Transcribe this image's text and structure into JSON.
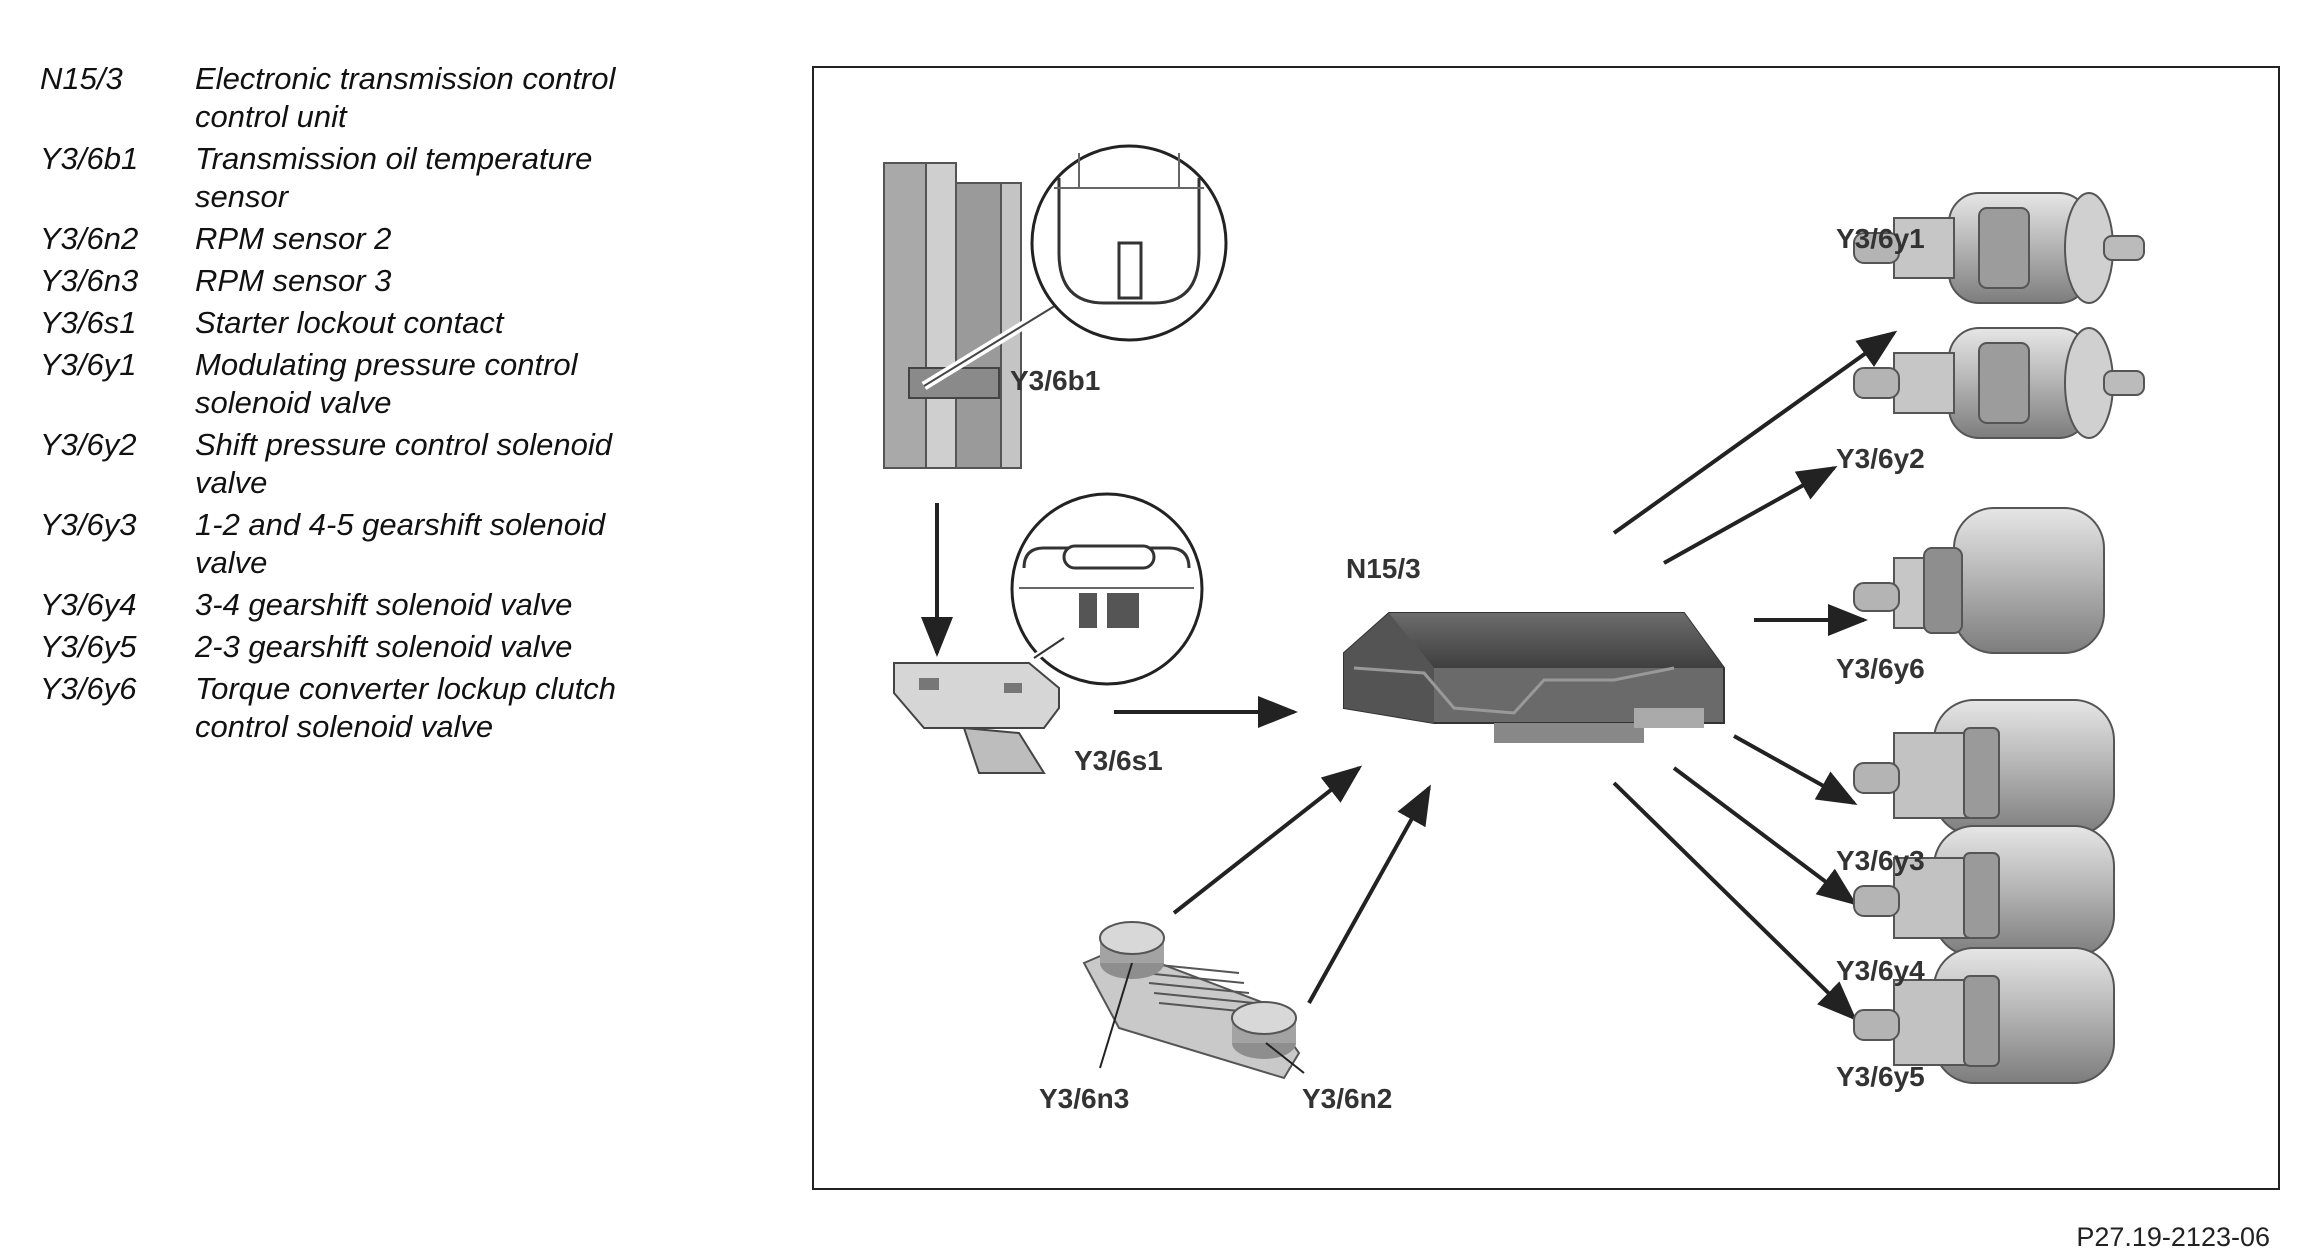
{
  "legend": [
    {
      "code": "N15/3",
      "desc": "Electronic transmission control\ncontrol unit"
    },
    {
      "code": "Y3/6b1",
      "desc": "Transmission oil temperature\nsensor"
    },
    {
      "code": "Y3/6n2",
      "desc": "RPM sensor 2"
    },
    {
      "code": "Y3/6n3",
      "desc": "RPM sensor 3"
    },
    {
      "code": "Y3/6s1",
      "desc": "Starter lockout contact"
    },
    {
      "code": "Y3/6y1",
      "desc": "Modulating pressure control\nsolenoid valve"
    },
    {
      "code": "Y3/6y2",
      "desc": "Shift pressure control solenoid\nvalve"
    },
    {
      "code": "Y3/6y3",
      "desc": "1-2 and 4-5 gearshift solenoid\nvalve"
    },
    {
      "code": "Y3/6y4",
      "desc": "3-4 gearshift solenoid valve"
    },
    {
      "code": "Y3/6y5",
      "desc": "2-3 gearshift solenoid valve"
    },
    {
      "code": "Y3/6y6",
      "desc": "Torque converter lockup clutch\ncontrol solenoid valve"
    }
  ],
  "diagram": {
    "labels": {
      "b1": "Y3/6b1",
      "s1": "Y3/6s1",
      "n3": "Y3/6n3",
      "n2": "Y3/6n2",
      "control_unit": "N15/3",
      "y1": "Y3/6y1",
      "y2": "Y3/6y2",
      "y6": "Y3/6y6",
      "y3": "Y3/6y3",
      "y4": "Y3/6y4",
      "y5": "Y3/6y5"
    }
  },
  "figure_ref": "P27.19-2123-06"
}
